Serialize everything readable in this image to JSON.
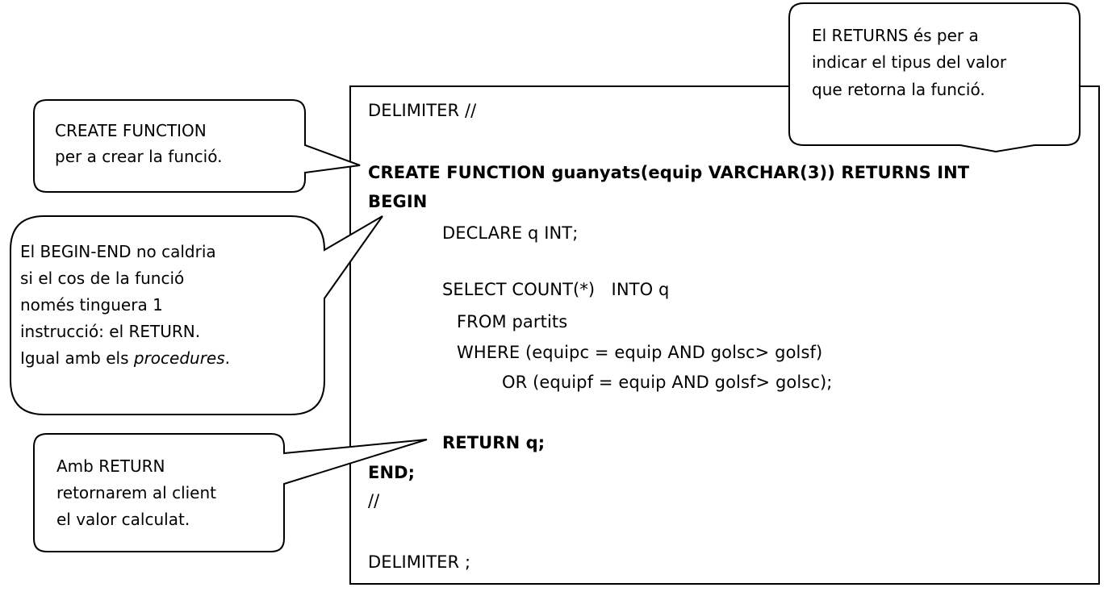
{
  "code": {
    "delimiter_open": "DELIMITER //",
    "create_function": "CREATE FUNCTION guanyats(equip VARCHAR(3)) RETURNS INT",
    "begin": "BEGIN",
    "declare": "DECLARE q INT;",
    "select": "SELECT COUNT(*)   INTO q",
    "from": "FROM partits",
    "where": "WHERE (equipc = equip AND golsc> golsf)",
    "or": "OR (equipf = equip AND golsf> golsc);",
    "return": "RETURN q;",
    "end": "END;",
    "slashes": "//",
    "delimiter_close": "DELIMITER ;"
  },
  "callouts": {
    "create_function": {
      "lines": [
        "CREATE FUNCTION",
        "per a crear la funció."
      ]
    },
    "begin_end": {
      "lines": [
        "El BEGIN-END no caldria",
        "si el cos de la funció",
        "només tinguera 1",
        "instrucció: el RETURN."
      ],
      "last_prefix": "Igual amb els ",
      "last_italic": "procedures",
      "last_suffix": "."
    },
    "return": {
      "lines": [
        "Amb RETURN",
        "retornarem al client",
        "el valor calculat."
      ]
    },
    "returns": {
      "lines": [
        "El RETURNS és per a",
        "indicar el tipus del valor",
        "que retorna la funció."
      ]
    }
  }
}
